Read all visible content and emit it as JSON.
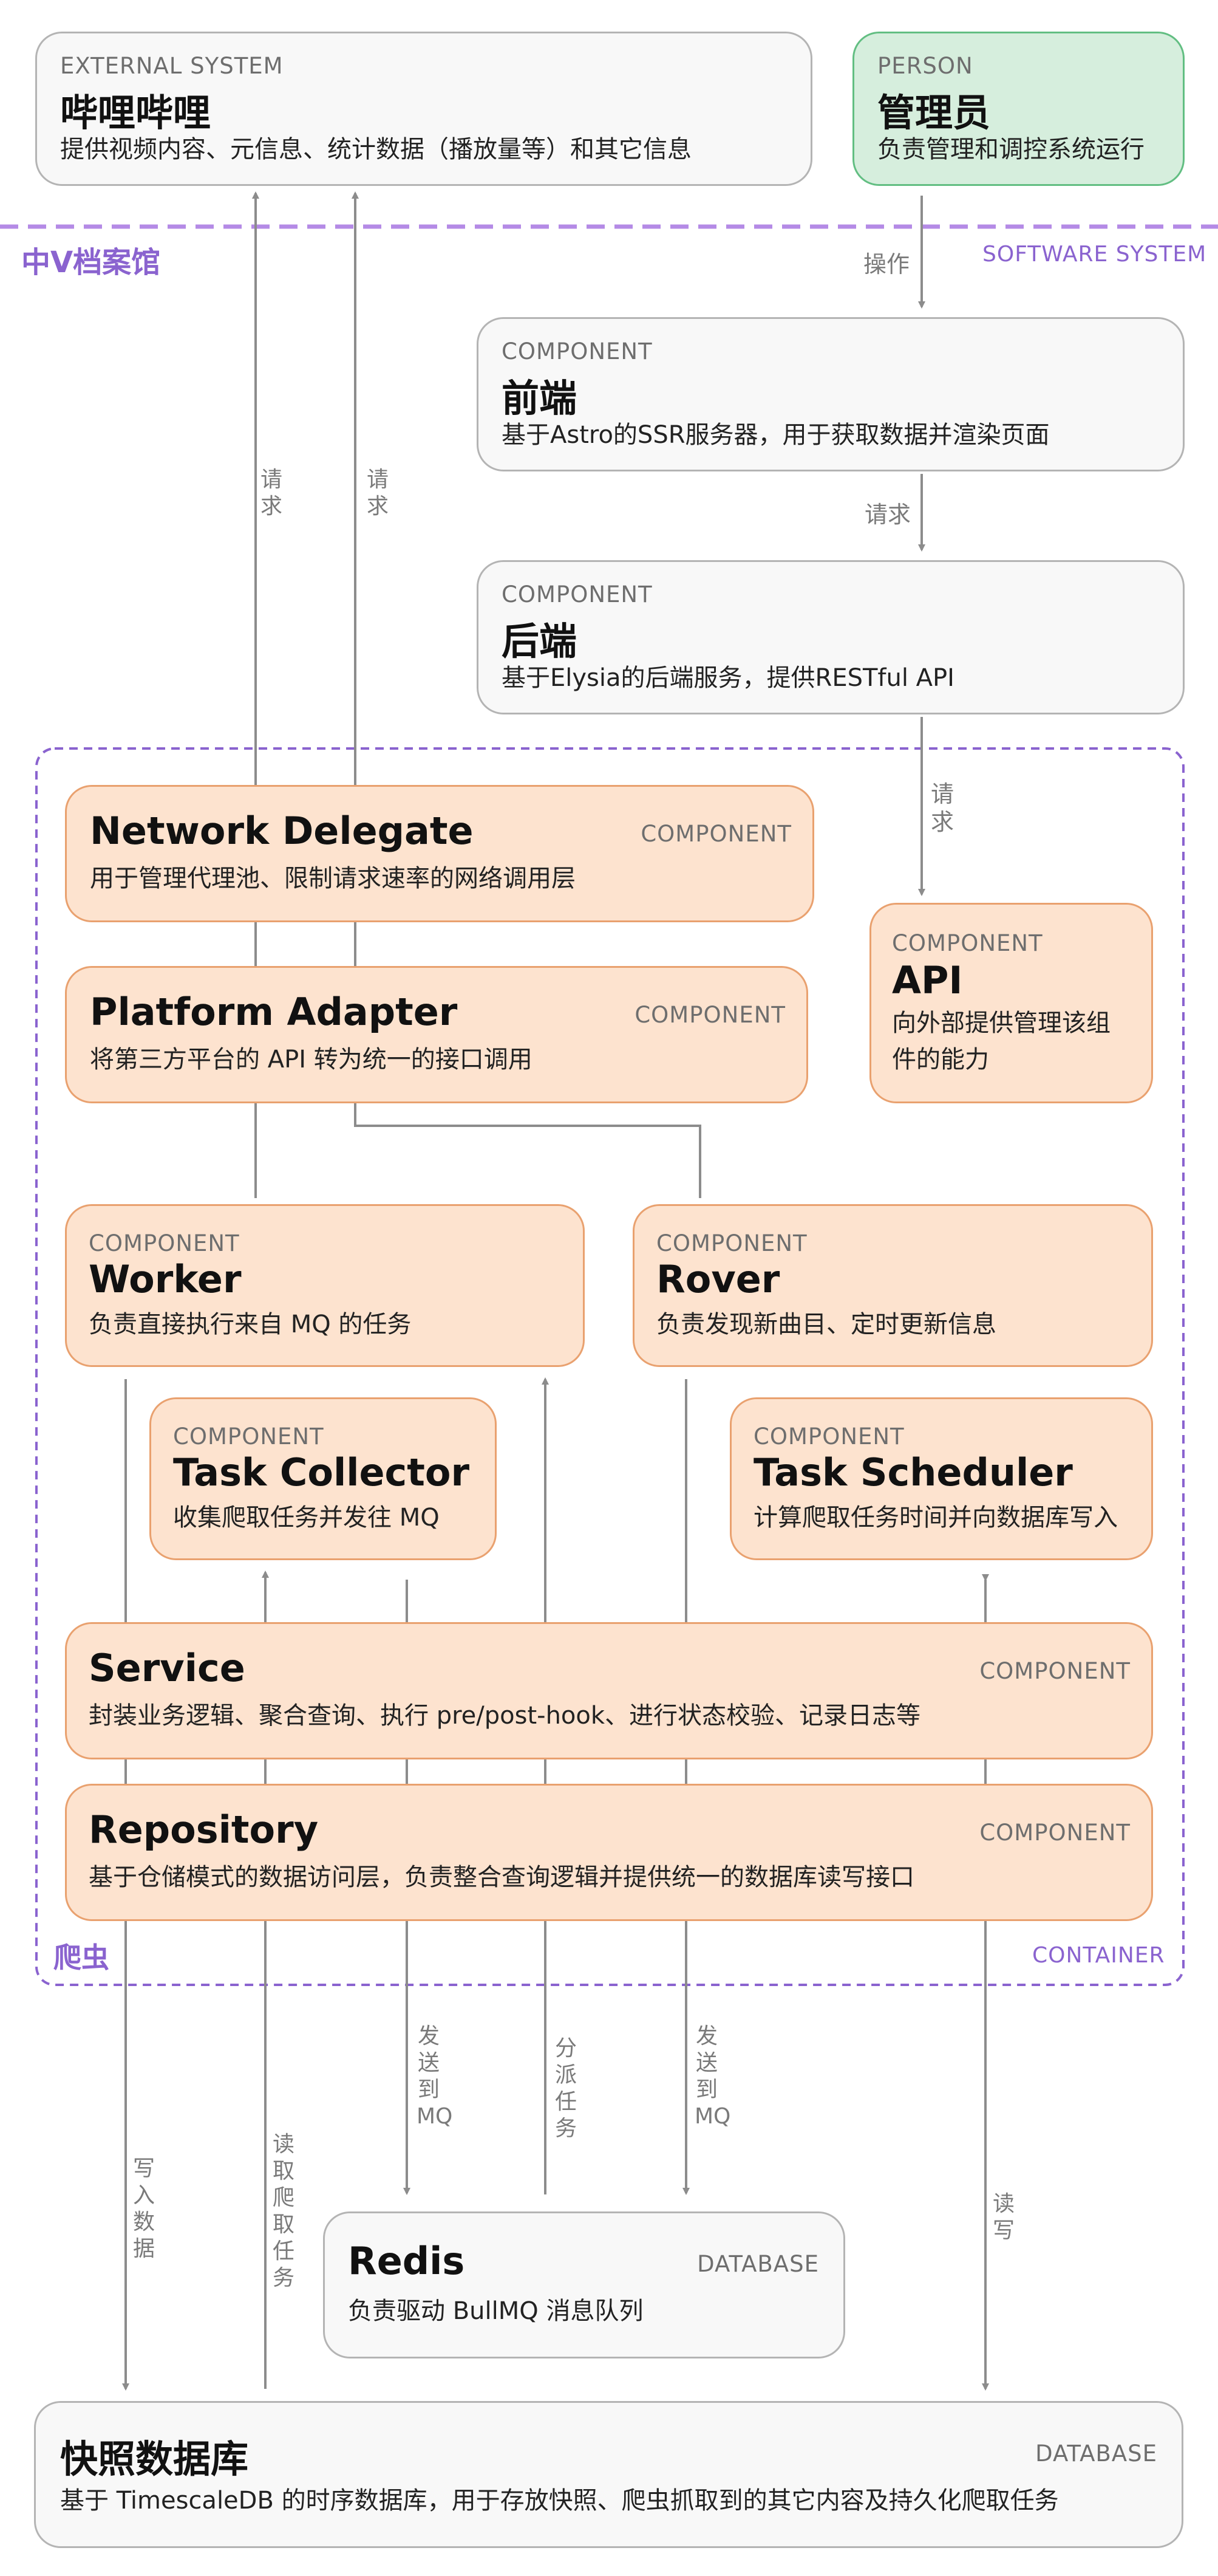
{
  "boundaries": {
    "system_name": "中V档案馆",
    "system_tag": "SOFTWARE SYSTEM",
    "container_name": "爬虫",
    "container_tag": "CONTAINER"
  },
  "bilibili": {
    "tag": "EXTERNAL SYSTEM",
    "title": "哔哩哔哩",
    "desc": "提供视频内容、元信息、统计数据（播放量等）和其它信息"
  },
  "admin": {
    "tag": "PERSON",
    "title": "管理员",
    "desc": "负责管理和调控系统运行"
  },
  "frontend": {
    "tag": "COMPONENT",
    "title": "前端",
    "desc": "基于Astro的SSR服务器，用于获取数据并渲染页面"
  },
  "backend": {
    "tag": "COMPONENT",
    "title": "后端",
    "desc": "基于Elysia的后端服务，提供RESTful API"
  },
  "network_delegate": {
    "tag": "COMPONENT",
    "title": "Network Delegate",
    "desc": "用于管理代理池、限制请求速率的网络调用层"
  },
  "platform_adapter": {
    "tag": "COMPONENT",
    "title": "Platform Adapter",
    "desc": "将第三方平台的 API 转为统一的接口调用"
  },
  "api": {
    "tag": "COMPONENT",
    "title": "API",
    "desc_line1": "向外部提供管理该组",
    "desc_line2": "件的能力"
  },
  "worker": {
    "tag": "COMPONENT",
    "title": "Worker",
    "desc": "负责直接执行来自 MQ 的任务"
  },
  "rover": {
    "tag": "COMPONENT",
    "title": "Rover",
    "desc": "负责发现新曲目、定时更新信息"
  },
  "task_collector": {
    "tag": "COMPONENT",
    "title": "Task Collector",
    "desc": "收集爬取任务并发往 MQ"
  },
  "task_scheduler": {
    "tag": "COMPONENT",
    "title": "Task Scheduler",
    "desc": "计算爬取任务时间并向数据库写入"
  },
  "service": {
    "tag": "COMPONENT",
    "title": "Service",
    "desc": "封装业务逻辑、聚合查询、执行 pre/post-hook、进行状态校验、记录日志等"
  },
  "repository": {
    "tag": "COMPONENT",
    "title": "Repository",
    "desc": "基于仓储模式的数据访问层，负责整合查询逻辑并提供统一的数据库读写接口"
  },
  "redis": {
    "tag": "DATABASE",
    "title": "Redis",
    "desc": "负责驱动 BullMQ 消息队列"
  },
  "snapshot_db": {
    "tag": "DATABASE",
    "title": "快照数据库",
    "desc": "基于 TimescaleDB 的时序数据库，用于存放快照、爬虫抓取到的其它内容及持久化爬取任务"
  },
  "edge_labels": {
    "operate": "操作",
    "request_fe_be": "请求",
    "request_be_api": "请求",
    "request_bili_1": "请求",
    "request_bili_2": "请求",
    "send_mq_1": "发送到MQ",
    "dispatch": "分派任务",
    "send_mq_2": "发送到MQ",
    "write_data": "写入数据",
    "read_tasks": "读取爬取任务",
    "read_write": "读写"
  },
  "colors": {
    "component_fill": "#fde3cf",
    "component_border": "#e9a16f",
    "person_fill": "#d6eedd",
    "boundary": "#a87ee0",
    "arrow": "#8c8c8c"
  }
}
